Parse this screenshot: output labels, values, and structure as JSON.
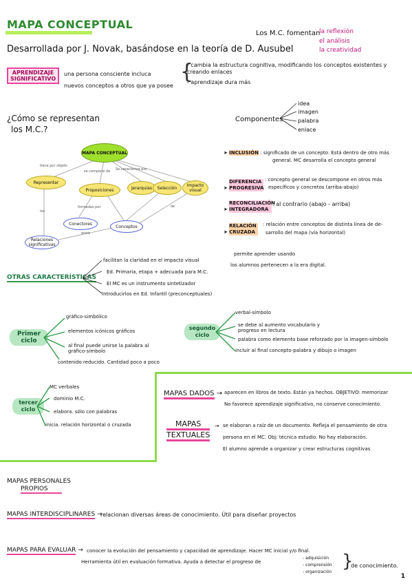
{
  "header": {
    "title": "MAPA CONCEPTUAL",
    "subtitle": "Desarrollada por J. Novak, basándose en la teoría de D. Ausubel",
    "foment_intro": "Los M.C. fomentan",
    "foment_items": [
      "la reflexión",
      "el análisis",
      "la creatividad"
    ]
  },
  "aprendizaje": {
    "label_line1": "APRENDIZAJE",
    "label_line2": "SIGNIFICATIVO",
    "desc_line1": "una persona consciente incluca",
    "desc_line2": "nuevos conceptos a otros que ya posee",
    "bullets": [
      "- cambia la estructura cognitiva, modificando los conceptos existentes y",
      "  creando enlaces",
      "- aprendizaje dura más"
    ]
  },
  "represent": {
    "question_line1": "¿Cómo se representan",
    "question_line2": "los M.C.?"
  },
  "diagram": {
    "center": "MAPA CONCEPTUAL",
    "nodes": [
      "Representar",
      "Proposiciones",
      "Jerarquías",
      "Selección",
      "Impacto visual",
      "Conectores",
      "Conceptos",
      "Relaciones significativas"
    ],
    "edge_labels": [
      "tiene por objeto",
      "se compone de",
      "Se caracteriza por",
      "formadas por",
      "los",
      "entre",
      "de"
    ]
  },
  "components": {
    "label": "Componentes",
    "items": [
      "idea",
      "imagen",
      "palabra",
      "enlace"
    ]
  },
  "types": [
    {
      "label": "INCLUSIÓN",
      "text_line1": ": significado de un concepto. Está dentro de otro más",
      "text_line2": "general. MC desarrolla el concepto general"
    },
    {
      "label": "DIFERENCIA PROGRESIVA",
      "text_line1": ": concepto general se descompone en otros más",
      "text_line2": "específicos y concretos (arriba-abajo)"
    },
    {
      "label": "RECONCILIACIÓN INTEGRADORA",
      "text_line1": ": al contrario (abajo - arriba)",
      "text_line2": ""
    },
    {
      "label": "RELACIÓN CRUZADA",
      "text_line1": ": relación entre conceptos de distinta línea de de-",
      "text_line2": "sarrollo del mapa (vía horizontal)"
    }
  ],
  "otras": {
    "label": "OTRAS CARACTERÍSTICAS",
    "items": [
      "facilitan la claridad en el impacto visual",
      "Ed. Primaria, etapa + adecuada para M.C.",
      "El MC es un instrumento sintetizador",
      "Introducirlos en Ed. Infantil (preconceptuales)"
    ],
    "sub_line1": "permite aprender usando",
    "sub_line2": "los alumnos pertenecen a la era digital."
  },
  "ciclos": {
    "primer": {
      "label_line1": "Primer",
      "label_line2": "ciclo",
      "items": [
        "gráfico-simbólico",
        "elementos icónicos gráficos",
        "al final puede unirse la palabra al gráfico-símbolo",
        "contenido reducido. Cantidad poco a poco"
      ]
    },
    "segundo": {
      "label_line1": "segundo",
      "label_line2": "ciclo",
      "items": [
        "verbal-símbolo",
        "se debe al aumento vocabulario y progreso en lectura",
        "palabra como elemento base reforzado por la imagen-símbolo",
        "incluir al final concepto-palabra y dibujo o imagen"
      ]
    },
    "tercer": {
      "label_line1": "tercer",
      "label_line2": "ciclo",
      "items": [
        "MC verbales",
        "dominio M.C.",
        "elabora. sólo con palabras",
        "inicia. relación horizontal o cruzada"
      ]
    }
  },
  "mapas_dados": {
    "label": "MAPAS DADOS",
    "line1": "aparecen en libros de texto. Están ya hechos. OBJETIVO: memorizar",
    "line2": "No favorece aprendizaje significativo, no conserve conocimiento."
  },
  "mapas_textuales": {
    "label_line1": "MAPAS",
    "label_line2": "TEXTUALES",
    "line1": "se elaboran a raíz de un documento. Refleja el pensamiento de otra",
    "line2": "persona en el MC. Obj: técnica estudio. No hay elaboración.",
    "line3": "El alumno aprende a organizar y crear estructuras cognitivas"
  },
  "mapas_personales": {
    "line1": "MAPAS PERSONALES",
    "line2": "PROPIOS"
  },
  "mapas_inter": {
    "label": "MAPAS INTERDISCIPLINARES",
    "text": "relacionan diversas áreas de conocimiento. Útil para diseñar proyectos"
  },
  "mapas_evaluar": {
    "label": "MAPAS PARA EVALUAR",
    "line1": "conocer la evolución del pensamiento y capacidad de aprendizaje. Hacer MC inicial y/o final.",
    "line2": "Herramienta útil en evaluación formativa. Ayuda a detectar el progreso de",
    "sub": [
      "- adquisición",
      "- comprensión",
      "- organización"
    ],
    "tail": "de conocimiento."
  },
  "page_number": "1",
  "colors": {
    "accent_green": "#b6ef5a",
    "pink": "#e8459a",
    "dark_green": "#1e7a46"
  }
}
